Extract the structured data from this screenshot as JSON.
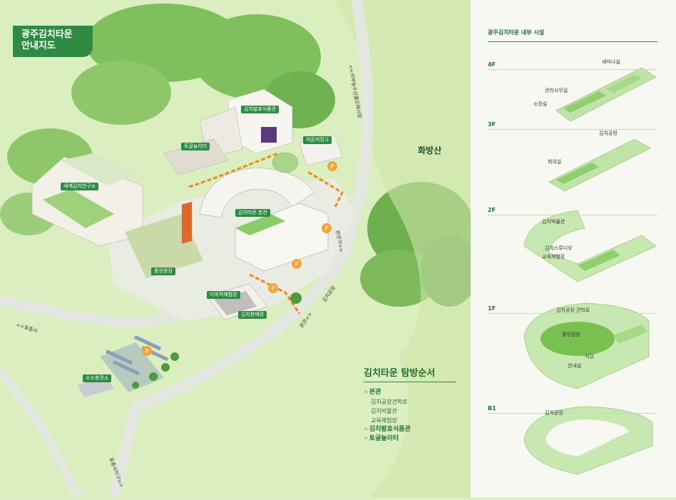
{
  "map": {
    "title_line1": "광주김치타운",
    "title_line2": "안내지도",
    "mountain": "화방산",
    "roads": {
      "seoul_direction": "<<서부농수산물도매시장",
      "pyochung": "<<표충사",
      "pyochung_jigu": "표충사지구>>",
      "main_hall_1": "본관가>>",
      "kimchi_plant": "김치공장",
      "main_hall_2": "본관>>"
    },
    "buildings": {
      "fermented_food_hall": "김치발효식품관",
      "toguel_playground": "토굴놀이터",
      "cold_storage": "저온저장고",
      "world_kimchi_institute": "세계김치연구소",
      "kimchi_town_main": "김치타운 본관",
      "central_plaza": "중앙광장",
      "experience_hall": "다목적체험장",
      "kimchi_store": "김치판매장",
      "hydrogen_station": "수소충전소"
    },
    "parking_symbol": "P"
  },
  "tour": {
    "title": "김치타운 탐방순서",
    "items": [
      {
        "label": "본관",
        "subs": [
          "김치공장견학로",
          "김치박물관",
          "교육체험장"
        ]
      },
      {
        "label": "김치발효식품관",
        "subs": []
      },
      {
        "label": "토굴놀이터",
        "subs": []
      }
    ]
  },
  "panel": {
    "title": "광주김치타운 내부 시설",
    "floors": [
      {
        "name": "4F",
        "rooms": [
          "세미나실",
          "관리사무실",
          "소장실"
        ]
      },
      {
        "name": "3F",
        "rooms": [
          "김치공방",
          "회의실"
        ]
      },
      {
        "name": "2F",
        "rooms": [
          "김치박물관",
          "김치스튜디오",
          "교육체험장"
        ]
      },
      {
        "name": "1F",
        "rooms": [
          "김치공장 견학로",
          "중앙정원",
          "식당",
          "안내실"
        ]
      },
      {
        "name": "B1",
        "rooms": [
          "김치공장"
        ]
      }
    ]
  },
  "colors": {
    "brand_green": "#2f8a44",
    "route_orange": "#f08a1e",
    "floor_green": "#bfe3a8"
  }
}
